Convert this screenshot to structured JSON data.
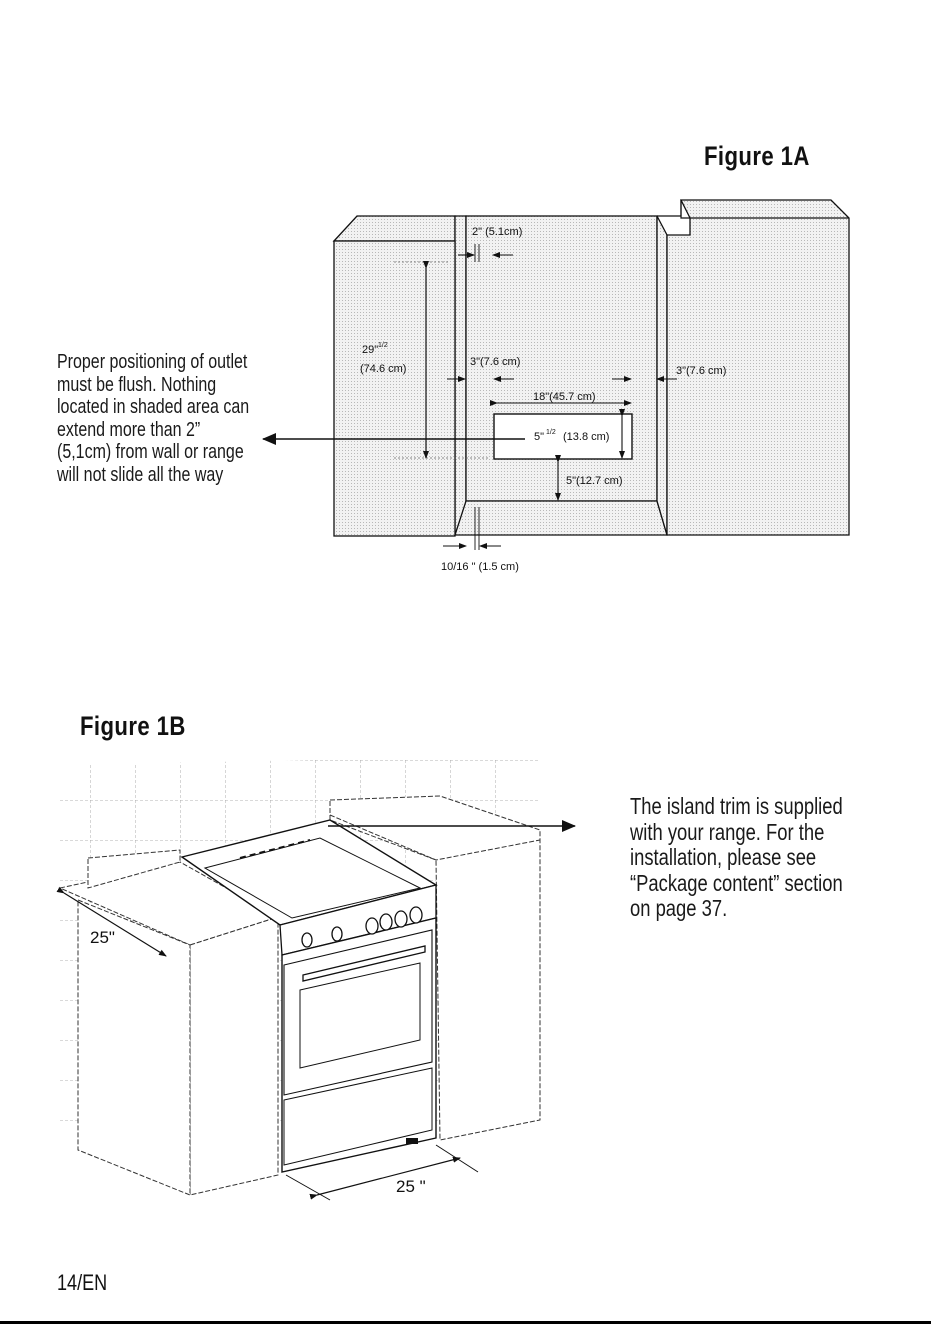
{
  "figure_1a": {
    "title": "Figure 1A",
    "note_lines": [
      "Proper positioning of outlet",
      "must be flush. Nothing",
      "located in shaded area can",
      "extend more than 2”",
      "(5,1cm) from wall or range",
      "will not slide all the way"
    ],
    "dims": {
      "gap_top": "2\" (5.1cm)",
      "height_main": "29\"",
      "height_sup": "1/2",
      "height_cm": "(74.6 cm)",
      "left_clear": "3\"(7.6 cm)",
      "right_clear": "3\"(7.6 cm)",
      "outlet_width": "18\"(45.7 cm)",
      "outlet_height_main": "5\"",
      "outlet_height_sup": "1/2",
      "outlet_height_cm": "(13.8 cm)",
      "floor_clear": "5\"(12.7 cm)",
      "bottom_gap": "10/16 \" (1.5 cm)"
    }
  },
  "figure_1b": {
    "title": "Figure 1B",
    "note_lines": [
      "The island trim is supplied",
      "with your range. For the",
      "installation, please see",
      "“Package content” section",
      "on page 37."
    ],
    "dims": {
      "depth": "25\"",
      "width": "25 \""
    }
  },
  "footer": {
    "page": "14/EN"
  }
}
